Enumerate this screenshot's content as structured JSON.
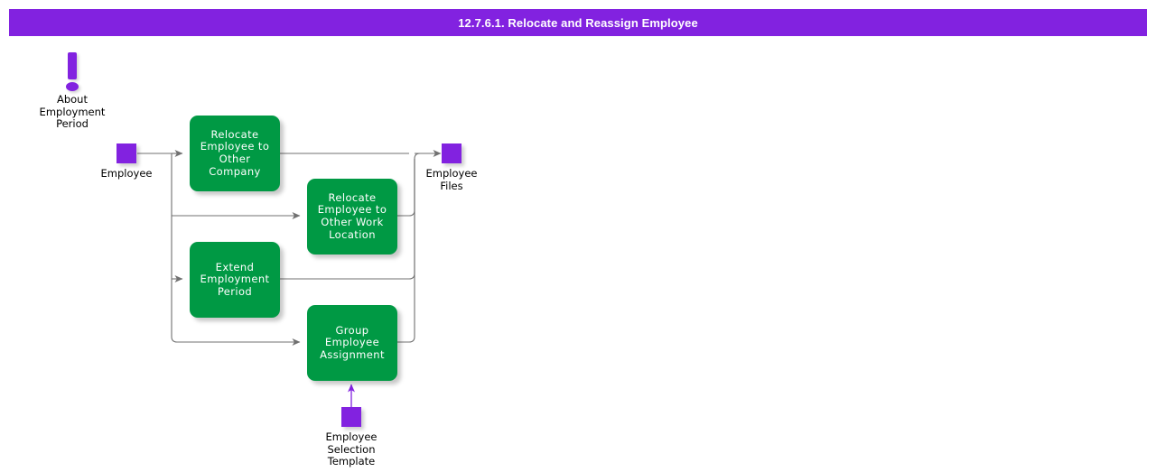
{
  "title_bar": {
    "text": "12.7.6.1. Relocate and Reassign Employee",
    "background_color": "#8222E0",
    "text_color": "#FFFFFF"
  },
  "colors": {
    "accent_purple": "#8222E0",
    "activity_green": "#009944",
    "connector_gray": "#707070",
    "text_black": "#000000",
    "canvas_white": "#FFFFFF"
  },
  "note": {
    "icon": "exclamation-mark-icon",
    "label": "About\nEmployment\nPeriod"
  },
  "objects": [
    {
      "id": "employee",
      "label": "Employee",
      "color": "#8222E0"
    },
    {
      "id": "employee-files",
      "label": "Employee\nFiles",
      "color": "#8222E0"
    },
    {
      "id": "employee-selection-template",
      "label": "Employee\nSelection\nTemplate",
      "color": "#8222E0"
    }
  ],
  "activities": [
    {
      "id": "relocate-employee-to-other-company",
      "label": "Relocate\nEmployee to\nOther Company"
    },
    {
      "id": "relocate-employee-to-other-work-location",
      "label": "Relocate\nEmployee to\nOther Work\nLocation"
    },
    {
      "id": "extend-employment-period",
      "label": "Extend\nEmployment\nPeriod"
    },
    {
      "id": "group-employee-assignment",
      "label": "Group Employee\nAssignment"
    }
  ],
  "connectors": [
    {
      "from": "employee",
      "to": "relocate-employee-to-other-company"
    },
    {
      "from": "employee",
      "to": "relocate-employee-to-other-work-location"
    },
    {
      "from": "employee",
      "to": "extend-employment-period"
    },
    {
      "from": "employee",
      "to": "group-employee-assignment"
    },
    {
      "from": "relocate-employee-to-other-company",
      "to": "employee-files"
    },
    {
      "from": "relocate-employee-to-other-work-location",
      "to": "employee-files"
    },
    {
      "from": "extend-employment-period",
      "to": "employee-files"
    },
    {
      "from": "group-employee-assignment",
      "to": "employee-files"
    },
    {
      "from": "employee-selection-template",
      "to": "group-employee-assignment"
    }
  ]
}
